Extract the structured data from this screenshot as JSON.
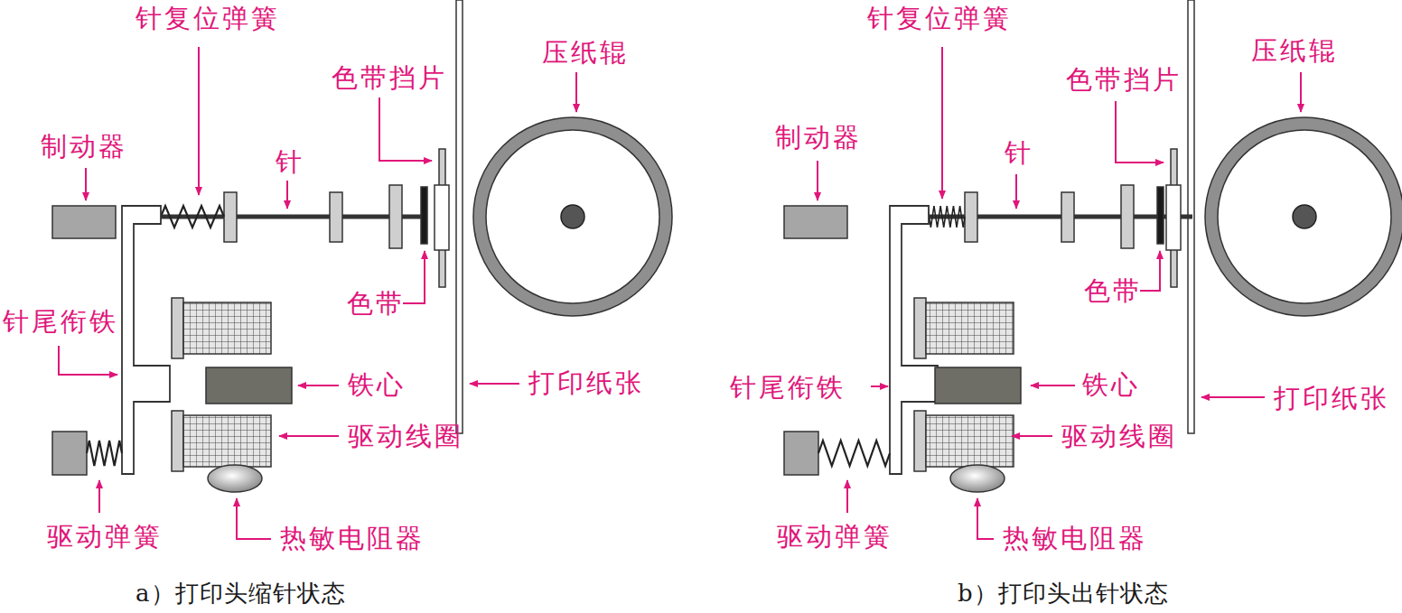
{
  "diagram": {
    "labels": [
      "针复位弹簧",
      "压纸辊",
      "色带挡片",
      "制动器",
      "针",
      "针尾衔铁",
      "色带",
      "铁心",
      "打印纸张",
      "驱动线圈",
      "驱动弹簧",
      "热敏电阻器",
      "a）打印头缩针状态",
      "针复位弹簧",
      "压纸辊",
      "色带挡片",
      "制动器",
      "针",
      "针尾衔铁",
      "色带",
      "铁心",
      "打印纸张",
      "驱动线圈",
      "驱动弹簧",
      "热敏电阻器",
      "b）打印头出针状态"
    ]
  }
}
